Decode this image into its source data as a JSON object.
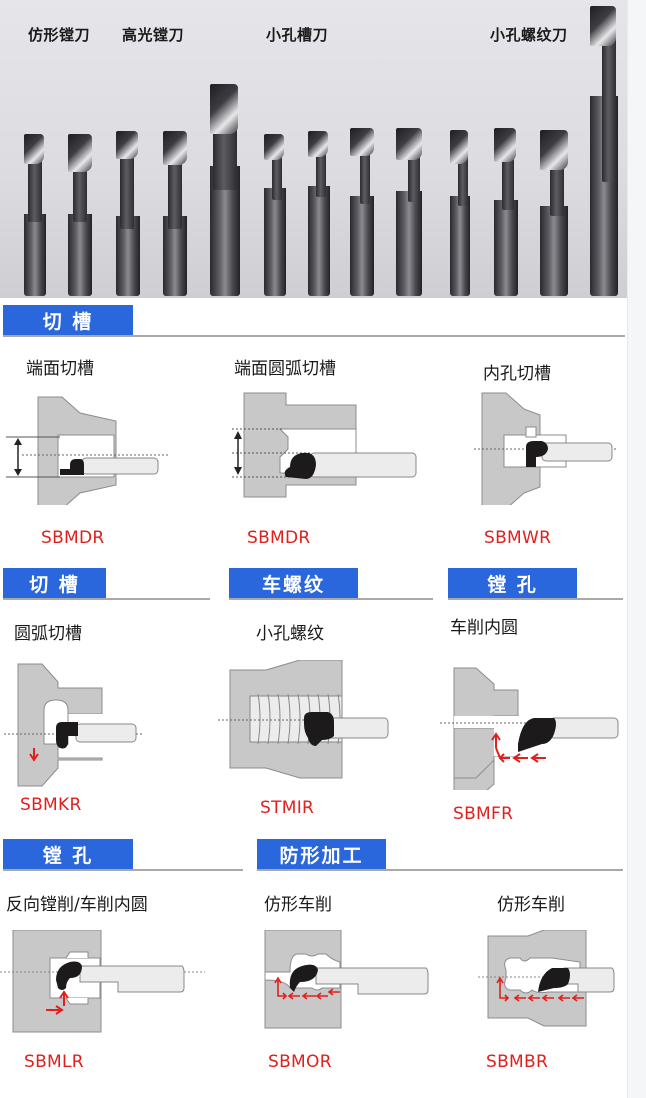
{
  "photo": {
    "labels": [
      "仿形镗刀",
      "高光镗刀",
      "小孔槽刀",
      "小孔螺纹刀"
    ],
    "tool_count": 13
  },
  "sections": [
    {
      "tab": "切 槽"
    },
    {
      "tab": "切 槽"
    },
    {
      "tab": "车螺纹"
    },
    {
      "tab": "镗 孔"
    },
    {
      "tab": "镗 孔"
    },
    {
      "tab": "防形加工"
    }
  ],
  "items": [
    {
      "caption": "端面切槽",
      "code": "SBMDR"
    },
    {
      "caption": "端面圆弧切槽",
      "code": "SBMDR"
    },
    {
      "caption": "内孔切槽",
      "code": "SBMWR"
    },
    {
      "caption": "圆弧切槽",
      "code": "SBMKR"
    },
    {
      "caption": "小孔螺纹",
      "code": "STMIR"
    },
    {
      "caption": "车削内圆",
      "code": "SBMFR"
    },
    {
      "caption": "反向镗削/车削内圆",
      "code": "SBMLR"
    },
    {
      "caption": "仿形车削",
      "code": "SBMOR"
    },
    {
      "caption": "仿形车削",
      "code": "SBMBR"
    }
  ],
  "colors": {
    "tab_blue": "#2a66dc",
    "code_red": "#e0201c",
    "part_gray": "#c8c8c8",
    "insert_black": "#1c1a1a"
  }
}
